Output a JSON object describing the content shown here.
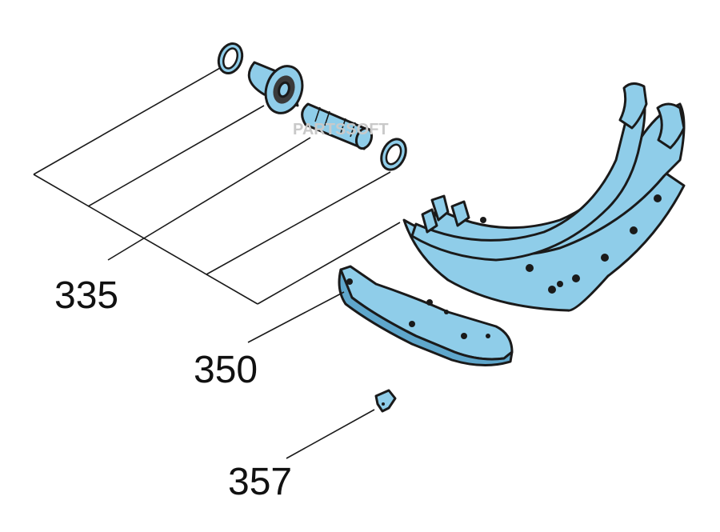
{
  "callouts": {
    "c335": "335",
    "c350": "350",
    "c357": "357"
  },
  "watermark": "PARTSSOFT",
  "colors": {
    "part_fill": "#8fcde9",
    "part_shadow": "#5fa7cc",
    "outline": "#1a1a1a"
  }
}
